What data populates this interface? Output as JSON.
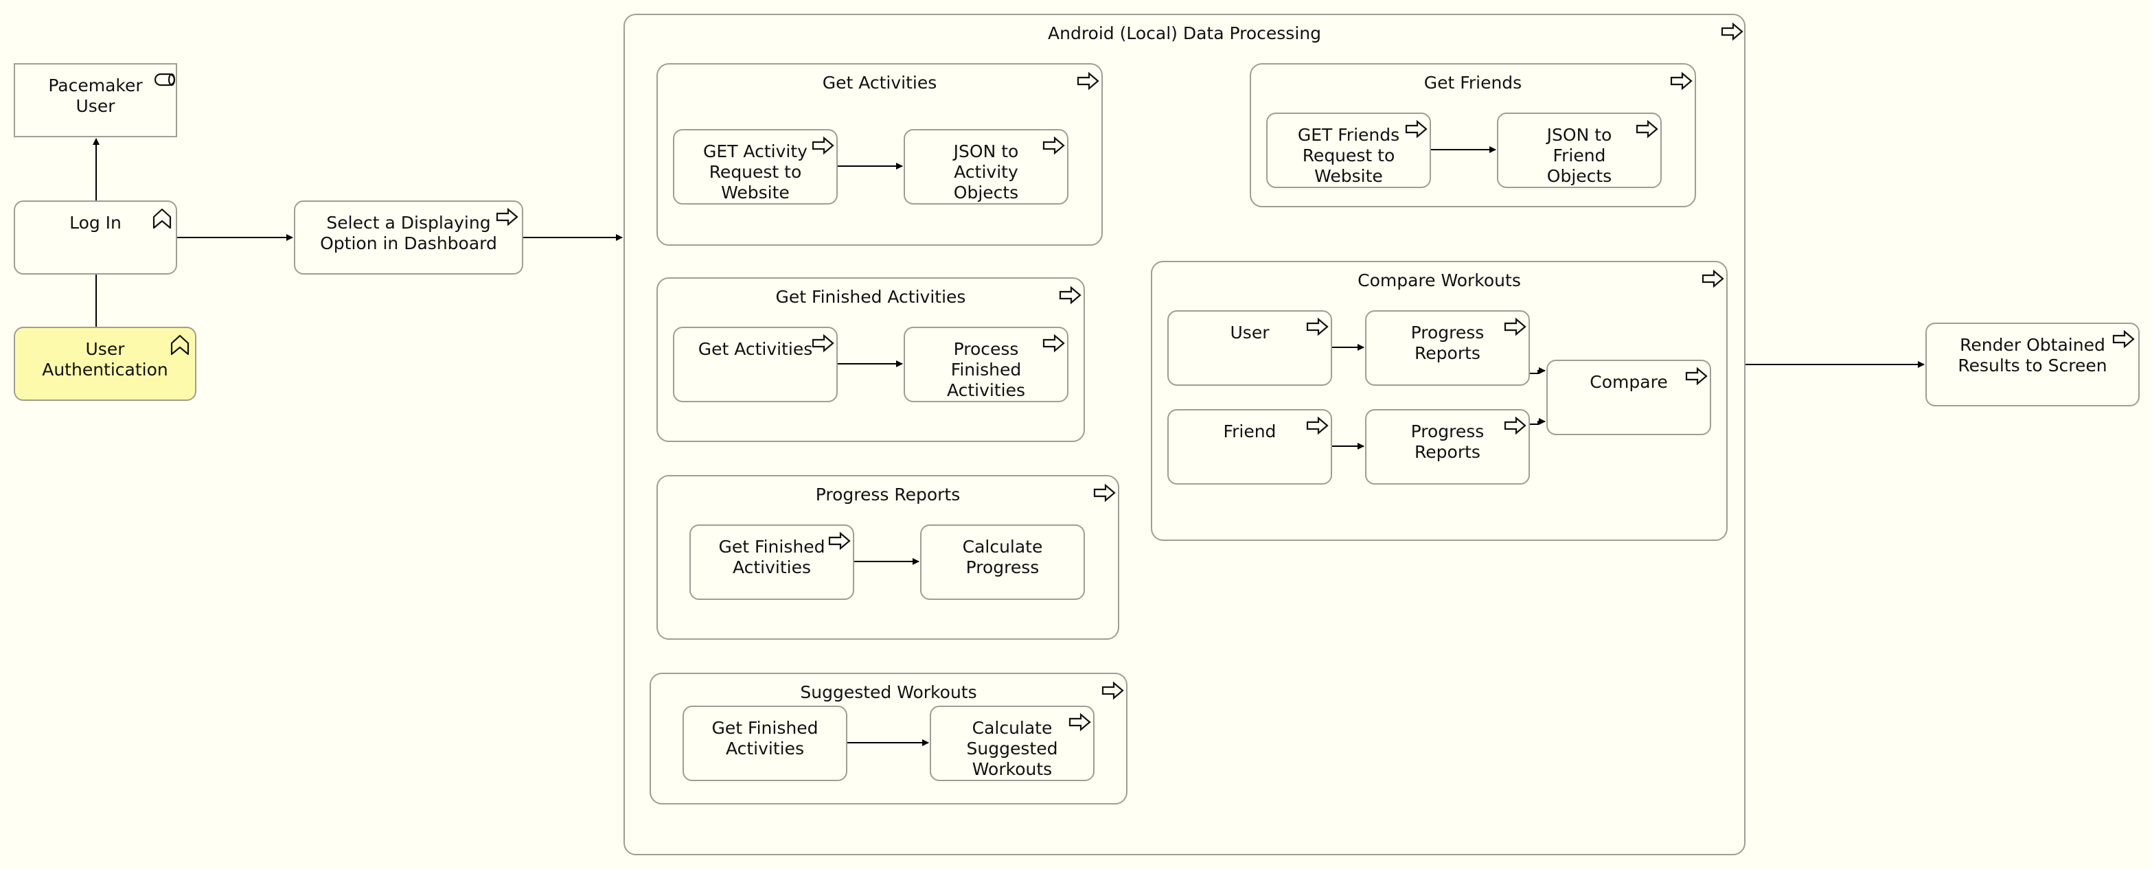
{
  "diagram": {
    "actor": {
      "label": "Pacemaker\nUser"
    },
    "login": {
      "label": "Log In"
    },
    "auth": {
      "label": "User\nAuthentication"
    },
    "select": {
      "label": "Select a Displaying\nOption in Dashboard"
    },
    "render": {
      "label": "Render Obtained\nResults to Screen"
    },
    "android": {
      "title": "Android (Local) Data Processing",
      "get_activities": {
        "title": "Get Activities",
        "step1": "GET Activity\nRequest to\nWebsite",
        "step2": "JSON to\nActivity\nObjects"
      },
      "get_finished": {
        "title": "Get Finished Activities",
        "step1": "Get Activities",
        "step2": "Process\nFinished\nActivities"
      },
      "progress_reports": {
        "title": "Progress Reports",
        "step1": "Get Finished\nActivities",
        "step2": "Calculate\nProgress"
      },
      "suggested": {
        "title": "Suggested Workouts",
        "step1": "Get Finished\nActivities",
        "step2": "Calculate\nSuggested\nWorkouts"
      },
      "get_friends": {
        "title": "Get Friends",
        "step1": "GET Friends\nRequest to\nWebsite",
        "step2": "JSON to\nFriend\nObjects"
      },
      "compare": {
        "title": "Compare Workouts",
        "user": "User",
        "friend": "Friend",
        "progress_user": "Progress\nReports",
        "progress_friend": "Progress\nReports",
        "compare": "Compare"
      }
    }
  },
  "icons": {
    "process": "process-arrow-icon",
    "function": "function-chevron-icon",
    "role": "role-cylinder-icon"
  },
  "colors": {
    "background": "#fffff3",
    "highlight": "#fdfbab",
    "border": "#9e9e94"
  }
}
